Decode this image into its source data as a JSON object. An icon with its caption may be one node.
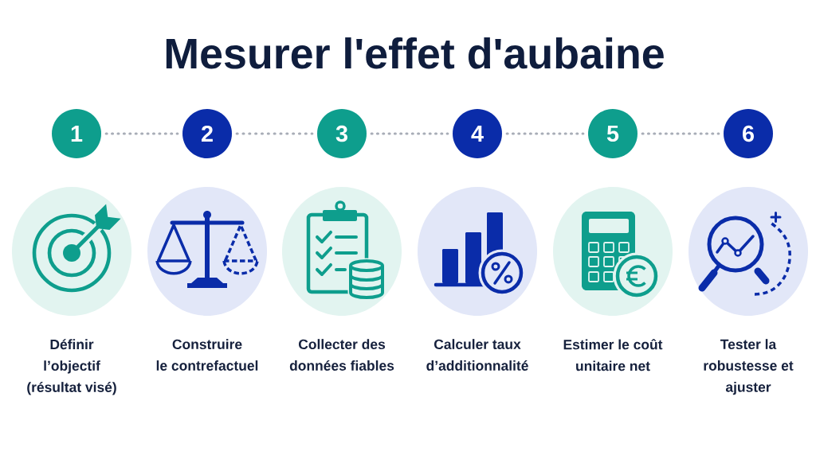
{
  "diagram": {
    "title": "Mesurer l'effet d'aubaine",
    "nodes": [
      {
        "text": [
          "1"
        ]
      },
      {
        "text": [
          "2"
        ]
      },
      {
        "text": [
          "3"
        ]
      },
      {
        "text": [
          "4"
        ]
      },
      {
        "text": [
          "5"
        ]
      },
      {
        "text": [
          "6"
        ]
      },
      {
        "text": [
          "Définir l’objectif (résultat visé)"
        ]
      },
      {
        "text": [
          "Construire le contrefactuel"
        ]
      },
      {
        "text": [
          "Collecter des données fiables"
        ]
      },
      {
        "text": [
          "Calculer taux d’additionnalité"
        ]
      },
      {
        "text": [
          "Estimer le coût unitaire net"
        ]
      },
      {
        "text": [
          "Tester la robustesse et ajuster"
        ]
      }
    ],
    "edges": [
      {
        "from": 0,
        "to": 1,
        "arrow": "none",
        "style": "dashed"
      },
      {
        "from": 1,
        "to": 2,
        "arrow": "none",
        "style": "dashed"
      },
      {
        "from": 2,
        "to": 3,
        "arrow": "none",
        "style": "dashed"
      },
      {
        "from": 3,
        "to": 4,
        "arrow": "none",
        "style": "dashed"
      },
      {
        "from": 4,
        "to": 5,
        "arrow": "none",
        "style": "dashed"
      }
    ]
  }
}
